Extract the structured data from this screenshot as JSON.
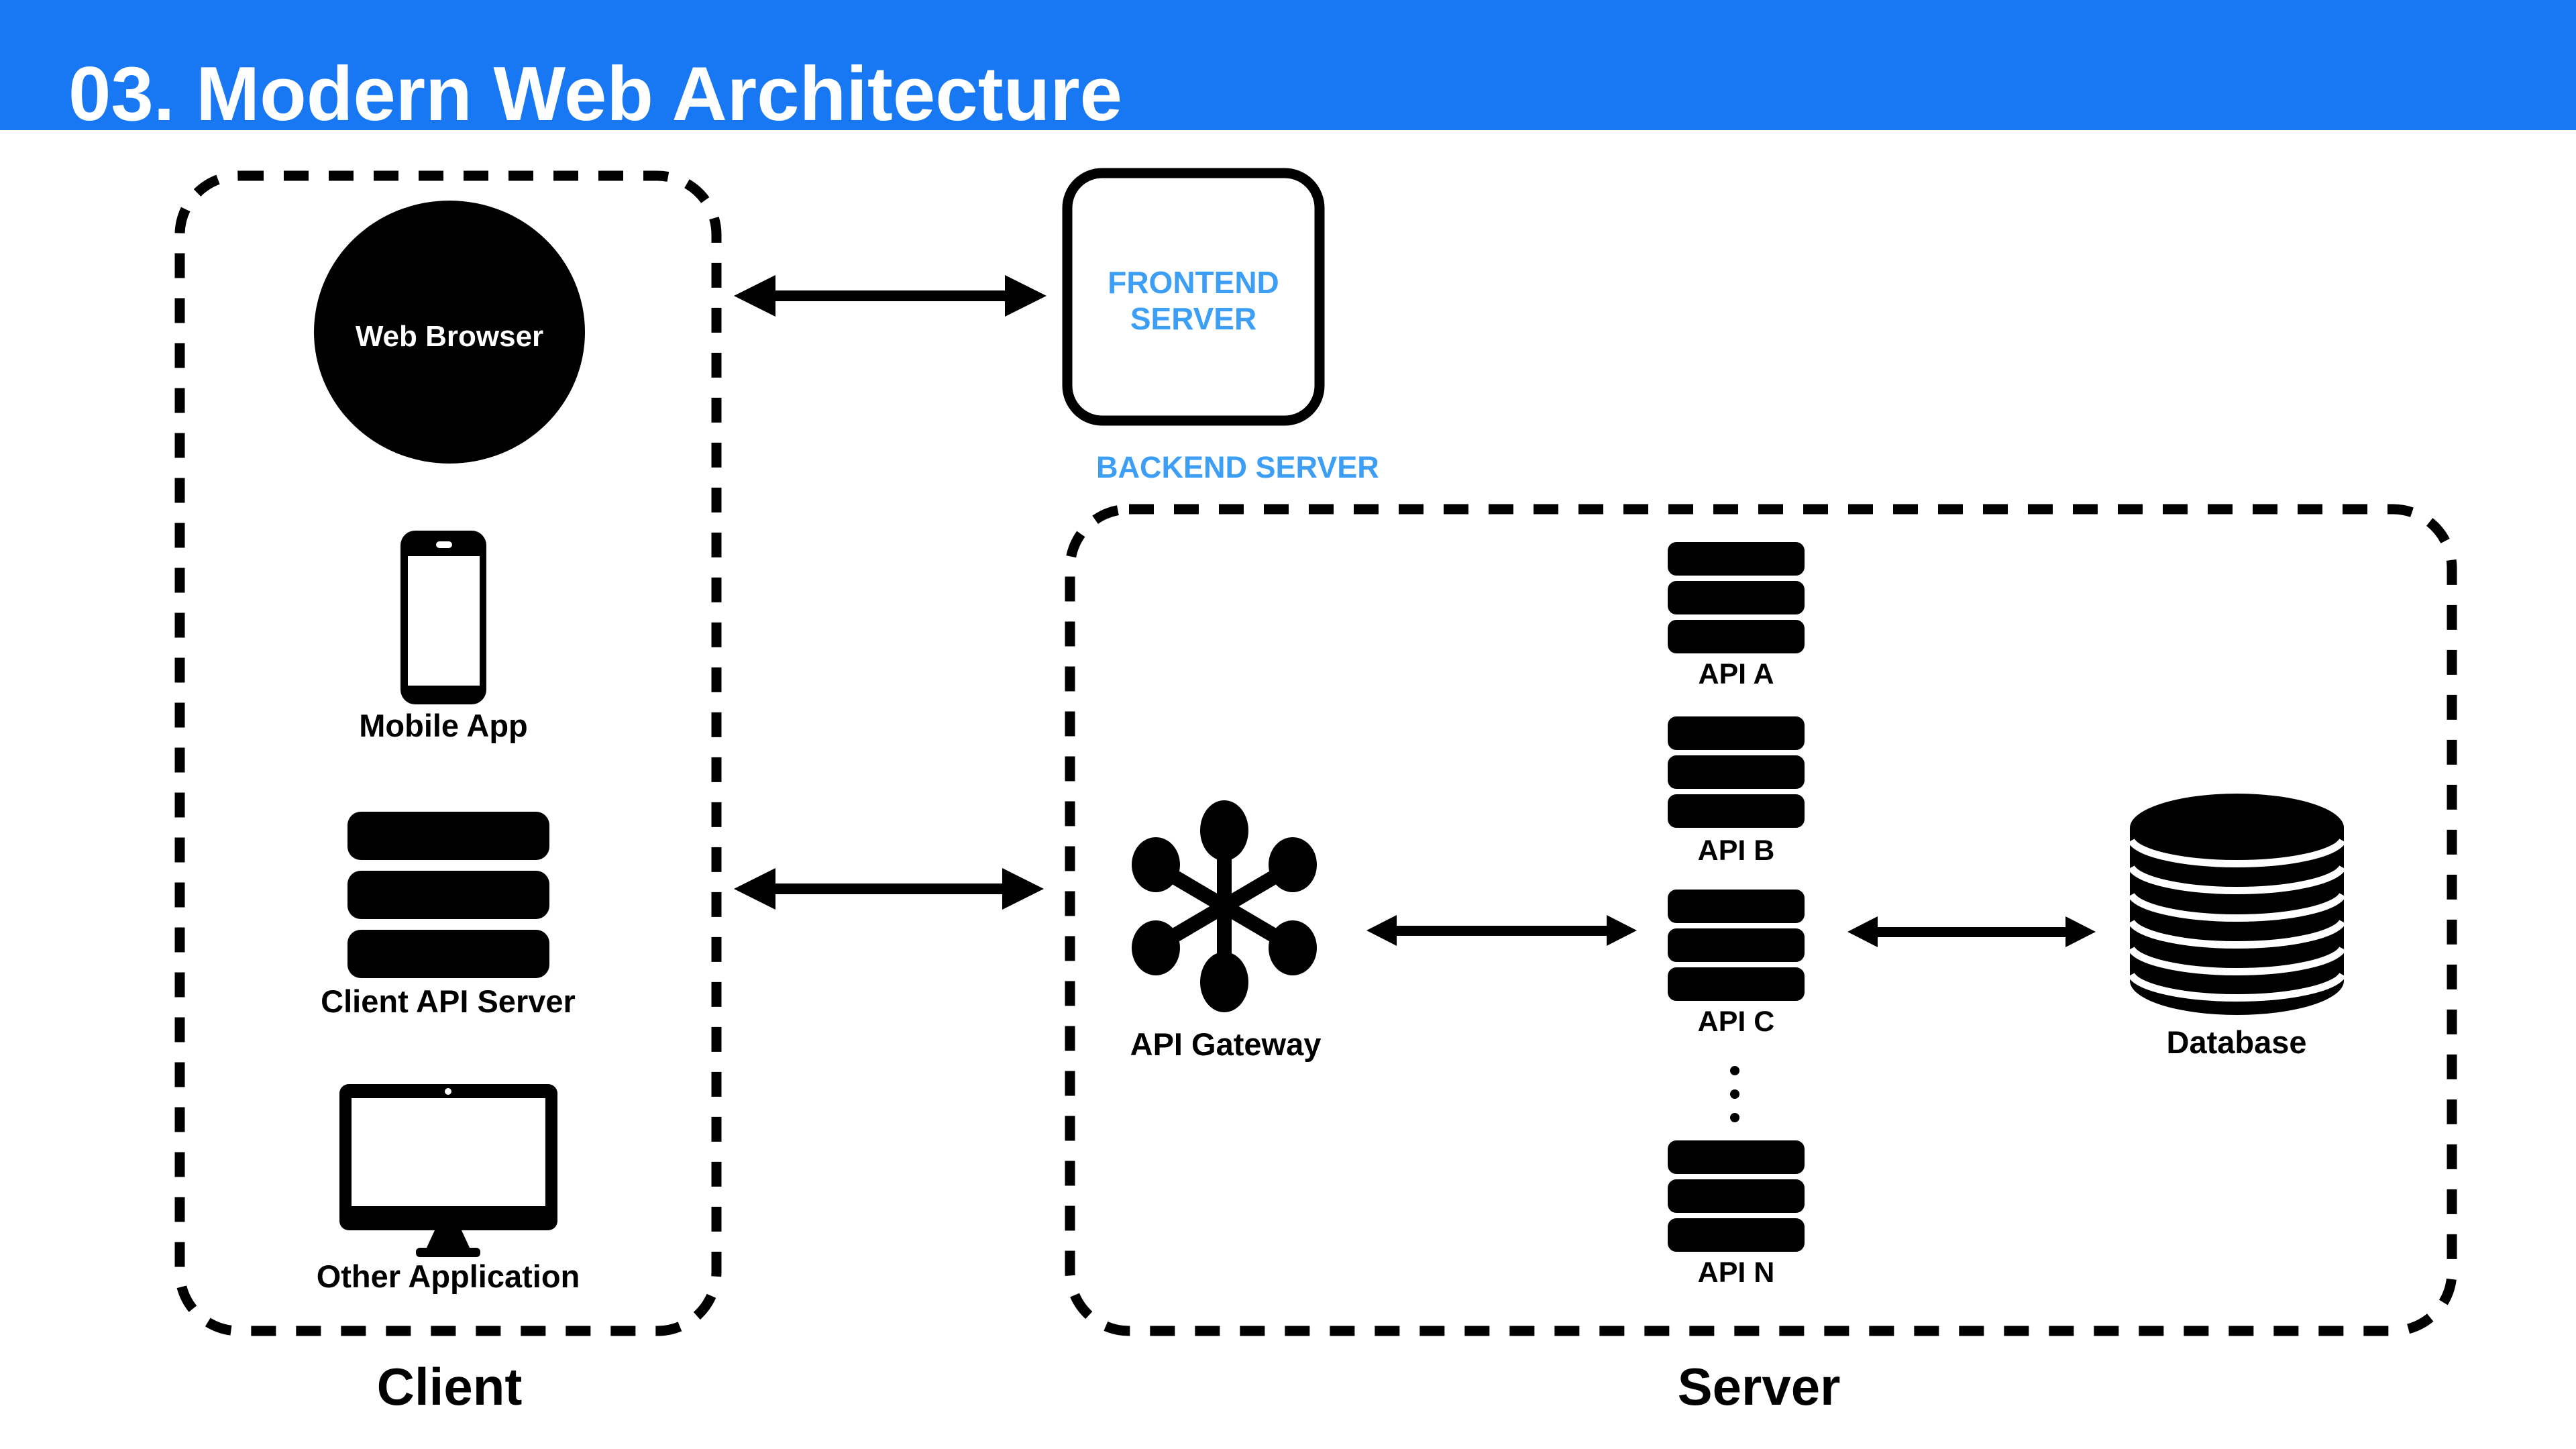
{
  "header": {
    "title": "03. Modern Web Architecture"
  },
  "colors": {
    "header_bg": "#1877F2",
    "title_text": "#FFFFFF",
    "server_label_blue": "#3D9EF6",
    "diagram_ink": "#000000",
    "background": "#FFFFFF"
  },
  "client_group": {
    "title": "Client",
    "items": [
      {
        "label": "Web Browser",
        "icon": "browser-circle-icon"
      },
      {
        "label": "Mobile App",
        "icon": "mobile-phone-icon"
      },
      {
        "label": "Client API Server",
        "icon": "server-stack-icon"
      },
      {
        "label": "Other Application",
        "icon": "desktop-monitor-icon"
      }
    ]
  },
  "middle": {
    "frontend_server_line1": "FRONTEND",
    "frontend_server_line2": "SERVER",
    "backend_server_label": "BACKEND SERVER"
  },
  "server_group": {
    "title": "Server",
    "gateway_label": "API Gateway",
    "gateway_icon": "api-gateway-icon",
    "api_nodes": [
      {
        "label": "API A",
        "icon": "api-stack-icon"
      },
      {
        "label": "API B",
        "icon": "api-stack-icon"
      },
      {
        "label": "API C",
        "icon": "api-stack-icon"
      },
      {
        "label": "API N",
        "icon": "api-stack-icon"
      }
    ],
    "ellipsis_dots_count": 3,
    "database_label": "Database",
    "database_icon": "database-cylinder-icon"
  },
  "connections": [
    {
      "from": "client-group",
      "to": "frontend-server-box",
      "type": "double-arrow"
    },
    {
      "from": "client-group",
      "to": "api-gateway",
      "type": "double-arrow"
    },
    {
      "from": "api-gateway",
      "to": "api-c",
      "type": "double-arrow"
    },
    {
      "from": "api-c",
      "to": "database",
      "type": "double-arrow"
    }
  ]
}
